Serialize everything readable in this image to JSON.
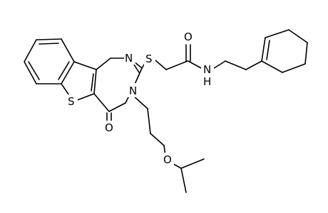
{
  "atoms": {
    "n_ring_top": "N",
    "n_ring_3": "N",
    "s_thioether": "S",
    "s_thiophene": "S",
    "o_ring_carbonyl": "O",
    "o_amide": "O",
    "n_amide": "N",
    "h_amide": "H",
    "o_ether": "O"
  }
}
